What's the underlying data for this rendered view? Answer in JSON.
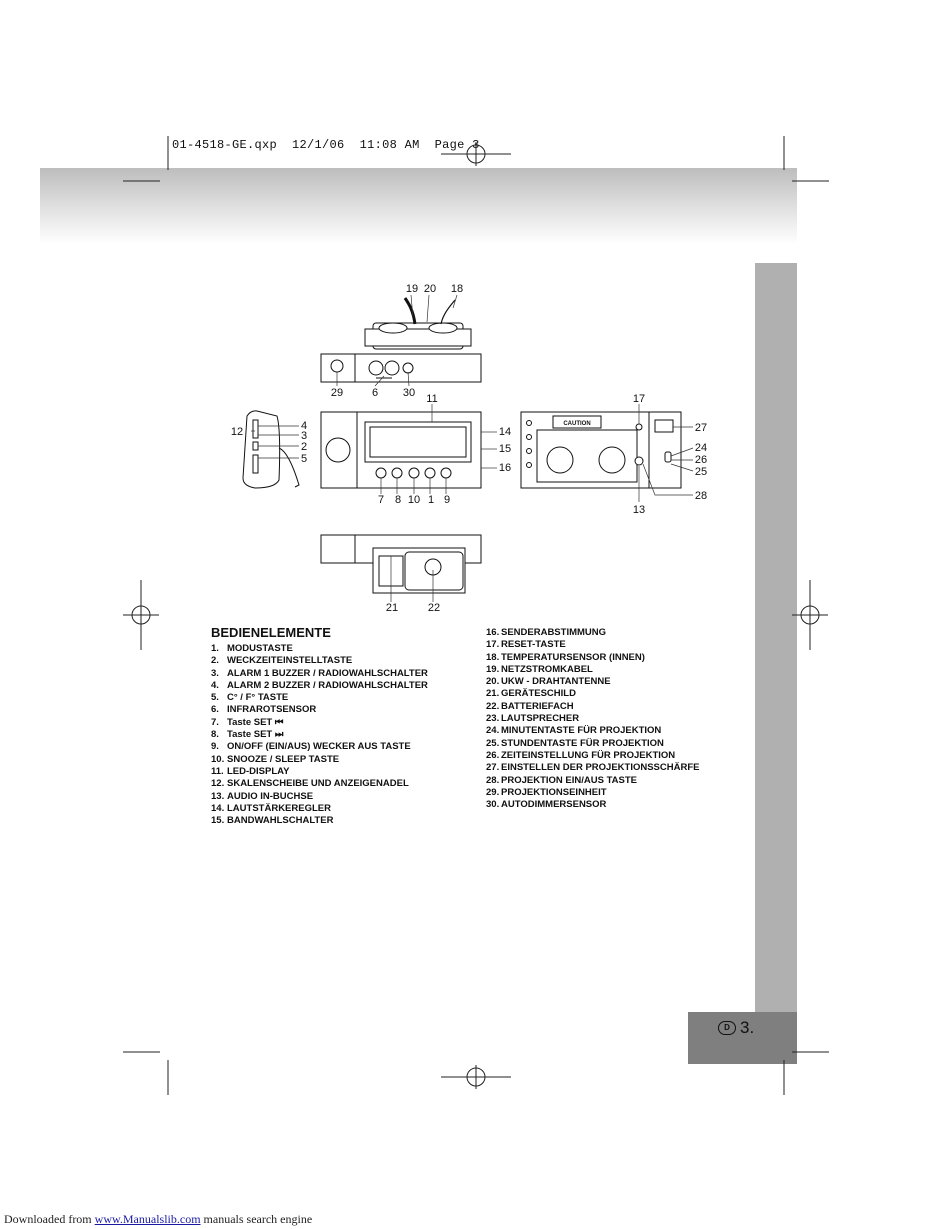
{
  "header": {
    "file": "01-4518-GE.qxp",
    "date": "12/1/06",
    "time": "11:08 AM",
    "page": "Page 3"
  },
  "diagram": {
    "callouts": [
      "19",
      "20",
      "18",
      "29",
      "6",
      "30",
      "11",
      "12",
      "4",
      "3",
      "2",
      "5",
      "14",
      "15",
      "16",
      "7",
      "8",
      "10",
      "1",
      "9",
      "17",
      "27",
      "24",
      "26",
      "25",
      "28",
      "13",
      "21",
      "22"
    ],
    "caution_label": "CAUTION"
  },
  "section": {
    "title": "BEDIENELEMENTE",
    "items_left": [
      {
        "num": "1.",
        "text": "MODUSTASTE"
      },
      {
        "num": "2.",
        "text": "WECKZEITEINSTELLTASTE"
      },
      {
        "num": "3.",
        "text": "ALARM 1 BUZZER / RADIOWAHLSCHALTER"
      },
      {
        "num": "4.",
        "text": "ALARM 2 BUZZER / RADIOWAHLSCHALTER"
      },
      {
        "num": "5.",
        "text": "C° / F° TASTE"
      },
      {
        "num": "6.",
        "text": "INFRAROTSENSOR"
      },
      {
        "num": "7.",
        "text": "Taste SET ⏮"
      },
      {
        "num": "8.",
        "text": "Taste SET ⏭"
      },
      {
        "num": "9.",
        "text": "ON/OFF (EIN/AUS) WECKER AUS TASTE"
      },
      {
        "num": "10.",
        "text": "SNOOZE / SLEEP TASTE"
      },
      {
        "num": "11.",
        "text": "LED-DISPLAY"
      },
      {
        "num": "12.",
        "text": "SKALENSCHEIBE UND ANZEIGENADEL"
      },
      {
        "num": "13.",
        "text": "AUDIO IN-BUCHSE"
      },
      {
        "num": "14.",
        "text": "LAUTSTÄRKEREGLER"
      },
      {
        "num": "15.",
        "text": "BANDWAHLSCHALTER"
      }
    ],
    "items_right": [
      {
        "num": "16.",
        "text": "SENDERABSTIMMUNG"
      },
      {
        "num": "17.",
        "text": "RESET-TASTE"
      },
      {
        "num": "18.",
        "text": "TEMPERATURSENSOR (INNEN)"
      },
      {
        "num": "19.",
        "text": "NETZSTROMKABEL"
      },
      {
        "num": "20.",
        "text": "UKW - DRAHTANTENNE"
      },
      {
        "num": "21.",
        "text": "GERÄTESCHILD"
      },
      {
        "num": "22.",
        "text": "BATTERIEFACH"
      },
      {
        "num": "23.",
        "text": "LAUTSPRECHER"
      },
      {
        "num": "24.",
        "text": "MINUTENTASTE FÜR PROJEKTION"
      },
      {
        "num": "25.",
        "text": "STUNDENTASTE FÜR PROJEKTION"
      },
      {
        "num": "26.",
        "text": "ZEITEINSTELLUNG FÜR PROJEKTION"
      },
      {
        "num": "27.",
        "text": "EINSTELLEN DER PROJEKTIONSSCHÄRFE"
      },
      {
        "num": "28.",
        "text": "PROJEKTION EIN/AUS TASTE"
      },
      {
        "num": "29.",
        "text": "PROJEKTIONSEINHEIT"
      },
      {
        "num": "30.",
        "text": "AUTODIMMERSENSOR"
      }
    ]
  },
  "page_badge": {
    "lang": "D",
    "number": "3."
  },
  "footer": {
    "prefix": "Downloaded from",
    "link": "www.Manualslib.com",
    "suffix": "manuals search engine"
  }
}
